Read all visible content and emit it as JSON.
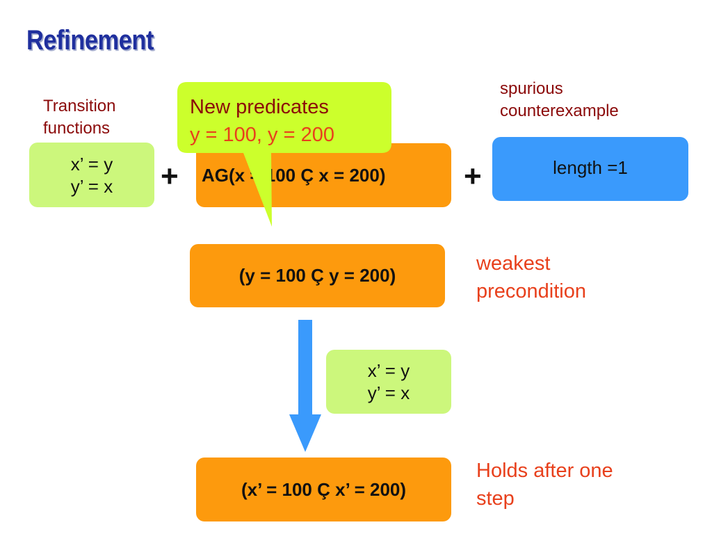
{
  "title": "Refinement",
  "transition_label": [
    "Transition",
    "functions"
  ],
  "transition_box": [
    "x’ = y",
    "y’ = x"
  ],
  "plus_symbol": "+",
  "ag_box": "AG(x = 100 Ç x = 200)",
  "spurious_label": [
    "spurious",
    "counterexample"
  ],
  "length_box": "length =1",
  "callout": {
    "line1": "New predicates",
    "line2": "y = 100, y = 200"
  },
  "wp_box": "(y = 100 Ç y = 200)",
  "wp_label": [
    "weakest",
    "precondition"
  ],
  "step_box": [
    "x’ = y",
    "y’ = x"
  ],
  "result_box": "(x’ = 100 Ç x’ = 200)",
  "holds_label": [
    "Holds after one",
    "step"
  ],
  "colors": {
    "title": "#1f2f9e",
    "green_box": "#ccf77c",
    "orange_box": "#fd9a0d",
    "blue_box": "#3a9afc",
    "label_dark_red": "#8b0a0a",
    "label_red_orange": "#e8401c",
    "arrow": "#3a9afc"
  }
}
